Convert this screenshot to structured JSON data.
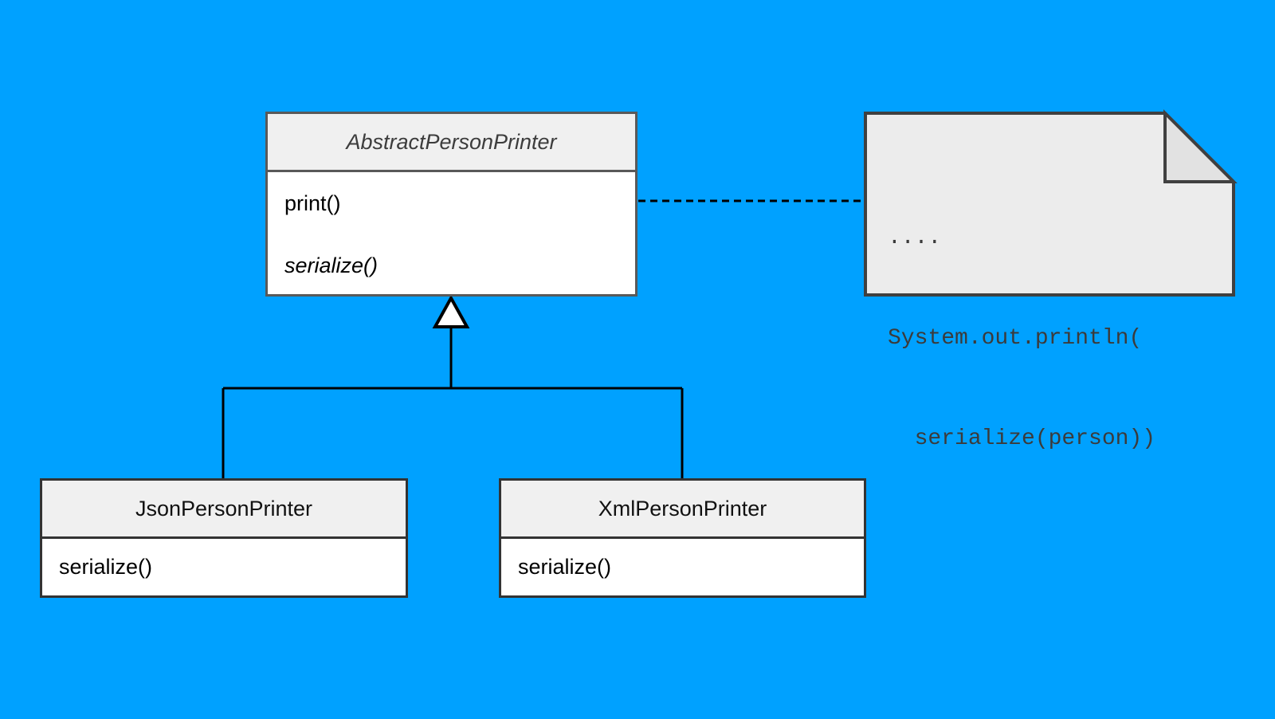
{
  "diagram_type": "uml-class-diagram",
  "classes": [
    {
      "name": "AbstractPersonPrinter",
      "abstract": true,
      "methods": [
        {
          "label": "print()",
          "abstract": false
        },
        {
          "label": "serialize()",
          "abstract": true
        }
      ]
    },
    {
      "name": "JsonPersonPrinter",
      "abstract": false,
      "methods": [
        {
          "label": "serialize()",
          "abstract": false
        }
      ]
    },
    {
      "name": "XmlPersonPrinter",
      "abstract": false,
      "methods": [
        {
          "label": "serialize()",
          "abstract": false
        }
      ]
    }
  ],
  "note": {
    "lines": [
      "....",
      "System.out.println(",
      "  serialize(person))"
    ]
  },
  "relationships": [
    {
      "type": "generalization",
      "from": "JsonPersonPrinter",
      "to": "AbstractPersonPrinter"
    },
    {
      "type": "generalization",
      "from": "XmlPersonPrinter",
      "to": "AbstractPersonPrinter"
    },
    {
      "type": "note-attachment",
      "from": "print()",
      "to": "note",
      "style": "dashed"
    }
  ],
  "colors": {
    "background": "#00a1ff",
    "class_fill": "#ffffff",
    "header_fill": "#f0f0f0",
    "note_fill": "#ececec",
    "note_fold_fill": "#e2e2e2",
    "note_border": "#404040",
    "class_border": "#4d4d4d",
    "connector": "#000000"
  }
}
